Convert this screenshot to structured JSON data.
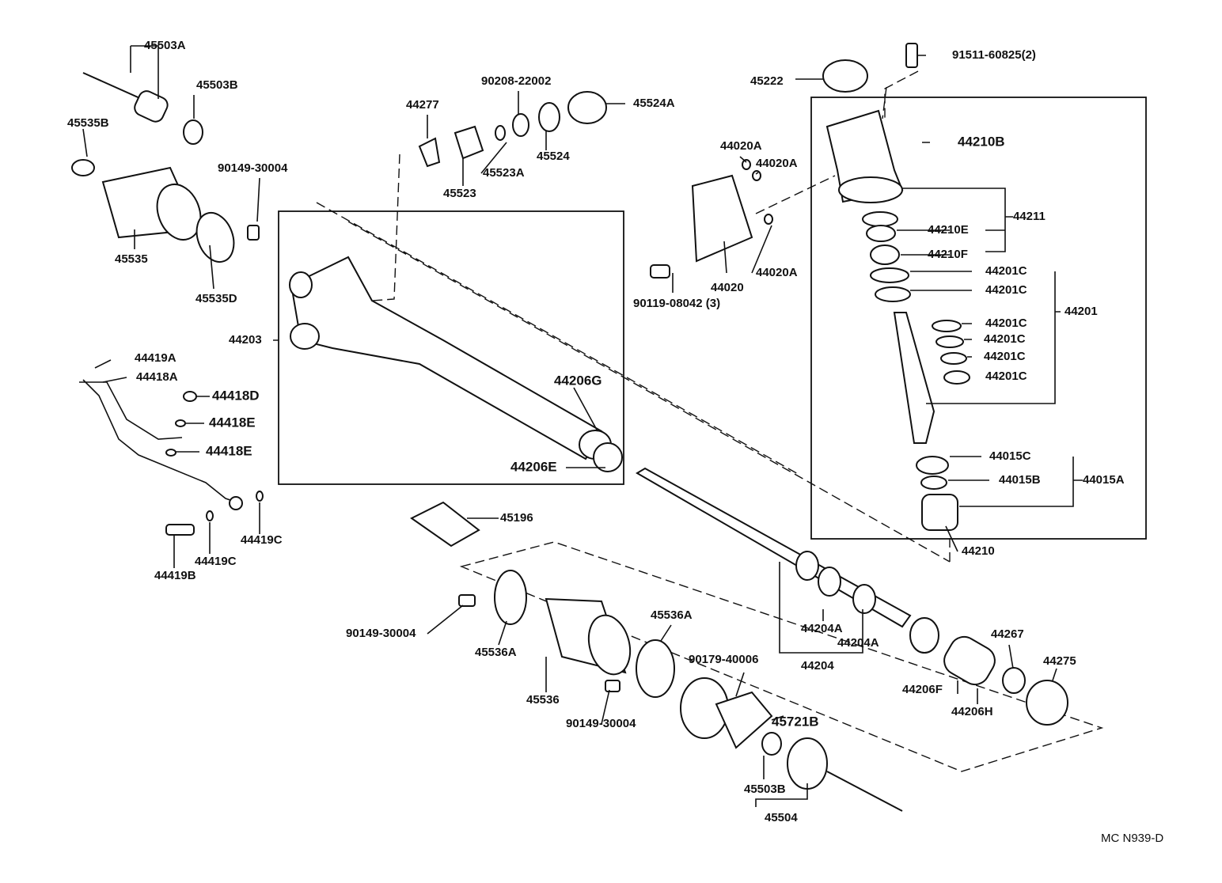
{
  "diagram": {
    "code": "MC N939-D",
    "labels": {
      "p45503A": "45503A",
      "p45503B_top": "45503B",
      "p45535B": "45535B",
      "p90149_top": "90149-30004",
      "p45535": "45535",
      "p45535D": "45535D",
      "p44277": "44277",
      "p90208": "90208-22002",
      "p45524A": "45524A",
      "p45524": "45524",
      "p45523A": "45523A",
      "p45523": "45523",
      "p45222": "45222",
      "p91511": "91511-60825(2)",
      "p44210B": "44210B",
      "p44020A_1": "44020A",
      "p44020A_2": "44020A",
      "p44020A_3": "44020A",
      "p44211": "44211",
      "p44210E": "44210E",
      "p44210F": "44210F",
      "p44201C_1": "44201C",
      "p44201C_2": "44201C",
      "p44201C_3": "44201C",
      "p44201C_4": "44201C",
      "p44201C_5": "44201C",
      "p44201C_6": "44201C",
      "p44201": "44201",
      "p44020": "44020",
      "p90119": "90119-08042 (3)",
      "p44203": "44203",
      "p44419A": "44419A",
      "p44418A": "44418A",
      "p44418D": "44418D",
      "p44418E_1": "44418E",
      "p44418E_2": "44418E",
      "p44206G": "44206G",
      "p44206E": "44206E",
      "p44015C": "44015C",
      "p44015B": "44015B",
      "p44015A": "44015A",
      "p45196": "45196",
      "p44210": "44210",
      "p44419C_1": "44419C",
      "p44419C_2": "44419C",
      "p44419B": "44419B",
      "p90149_mid": "90149-30004",
      "p45536A_1": "45536A",
      "p45536A_2": "45536A",
      "p44204A_1": "44204A",
      "p44204A_2": "44204A",
      "p44204": "44204",
      "p44267": "44267",
      "p44275": "44275",
      "p90179": "90179-40006",
      "p45536": "45536",
      "p44206F": "44206F",
      "p44206H": "44206H",
      "p90149_bot": "90149-30004",
      "p45721B": "45721B",
      "p45503B_bot": "45503B",
      "p45504": "45504"
    }
  }
}
